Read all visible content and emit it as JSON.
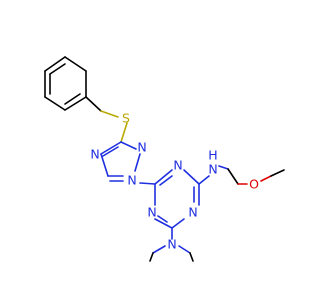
{
  "molecule": {
    "atoms": [
      {
        "id": "s1",
        "element": "S",
        "label": "S",
        "color": "#b8a800"
      },
      {
        "id": "n_tz1",
        "element": "N",
        "label": "N",
        "color": "#1f2fe0"
      },
      {
        "id": "n_tz2",
        "element": "N",
        "label": "N",
        "color": "#1f2fe0"
      },
      {
        "id": "n_tz4",
        "element": "N",
        "label": "N",
        "color": "#1f2fe0"
      },
      {
        "id": "n_tri_top",
        "element": "N",
        "label": "N",
        "color": "#1f2fe0"
      },
      {
        "id": "n_tri_left",
        "element": "N",
        "label": "N",
        "color": "#1f2fe0"
      },
      {
        "id": "n_tri_right",
        "element": "N",
        "label": "N",
        "color": "#1f2fe0"
      },
      {
        "id": "nh",
        "element": "N",
        "label": "H",
        "color": "#1f2fe0"
      },
      {
        "id": "o1",
        "element": "O",
        "label": "O",
        "color": "#e00000"
      },
      {
        "id": "n_dimethyl",
        "element": "N",
        "label": "N",
        "color": "#1f2fe0"
      }
    ]
  }
}
